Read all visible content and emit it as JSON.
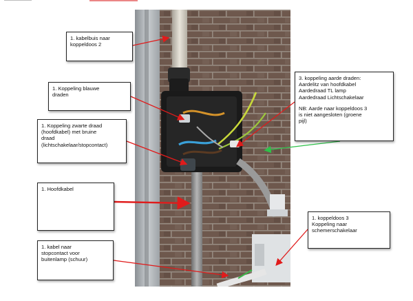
{
  "callouts": [
    {
      "id": "kabelbuis",
      "lines": [
        "1. kabelbuis naar",
        "koppeldoos 2"
      ]
    },
    {
      "id": "blauwe",
      "lines": [
        "1. Koppeling blauwe",
        "draden"
      ]
    },
    {
      "id": "zwarte",
      "lines": [
        "1. Koppeling zwarte draad",
        "(hoofdkabel) met bruine",
        "draad",
        "(lichtschakelaar/stopcontact)"
      ]
    },
    {
      "id": "hoofdkabel",
      "lines": [
        "1. Hoofdkabel"
      ]
    },
    {
      "id": "stopcontact",
      "lines": [
        "1. kabel naar",
        "stopcontact voor",
        "buitenlamp (schuur)"
      ]
    },
    {
      "id": "aarde",
      "lines": [
        "3. koppeling aarde draden:",
        "Aardelitz van hoofdkabel",
        "Aardedraad TL lamp",
        "Aardedraad Lichtschakelaar"
      ],
      "note": [
        "NB: Aarde naar koppeldoos 3",
        "is niet aangesloten (groene",
        "pijl)"
      ]
    },
    {
      "id": "koppeldoos3",
      "lines": [
        "1. koppeldoos 3",
        "Koppeling naar",
        "schemerschakelaar"
      ]
    }
  ],
  "colors": {
    "arrow_red": "#e01b1b",
    "arrow_green": "#2ec24a",
    "brick": "#6b5448",
    "mortar": "#9a8f86"
  },
  "icons": [
    "photo-of-junction-box"
  ]
}
